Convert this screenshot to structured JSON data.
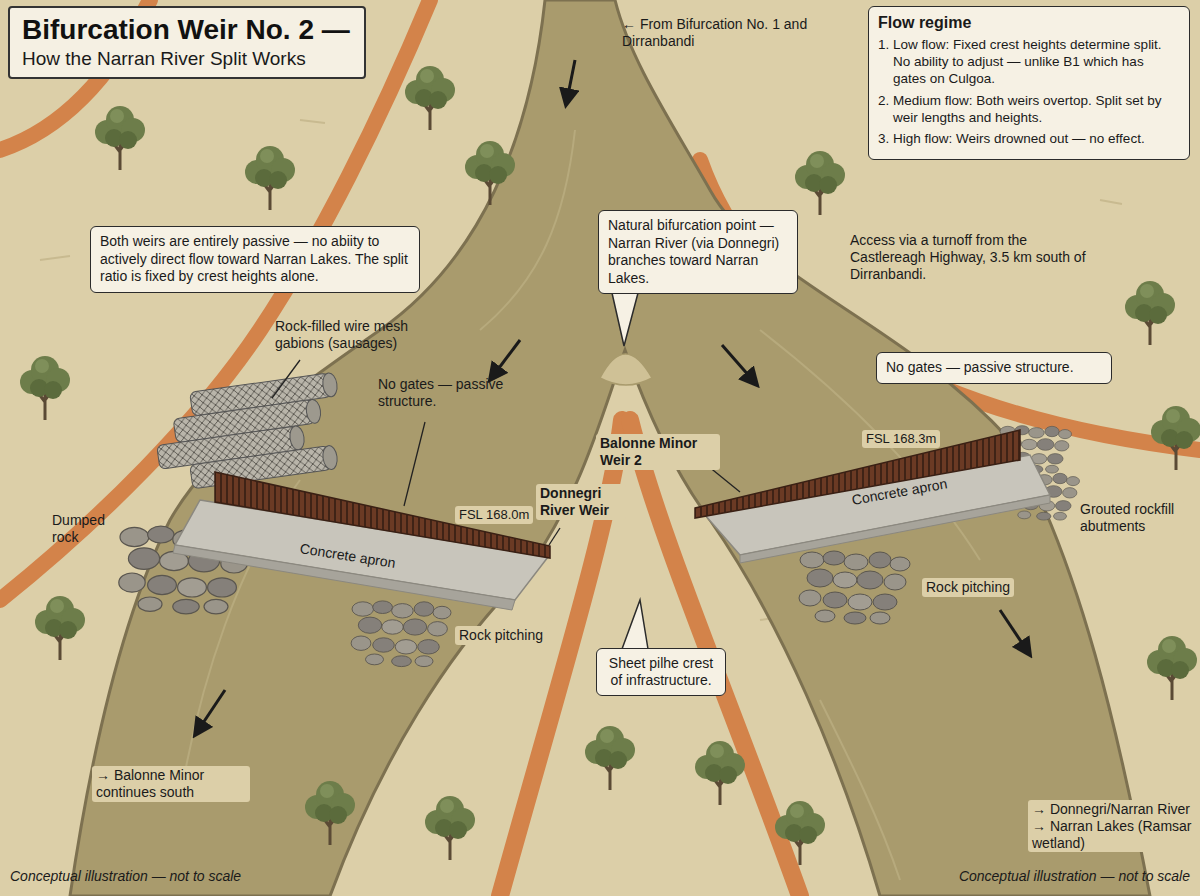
{
  "diagram": {
    "title": "Bifurcation Weir No. 2 —",
    "nodes": [
      {
        "text": [
          "Flow regime",
          "1. Low flow: Fixed crest heights determine split. No ability to adjust — unlike B1 which has gates on Culgoa.",
          "2. Medium flow: Both weirs overtop. Split set by weir lengths and heights.",
          "3. High flow: Weirs drowned out — no effect."
        ]
      },
      {
        "text": [
          "Both weirs are entirely passive — no abiity to actively direct flow toward Narran Lakes. The split ratio is fixed by crest heights alone."
        ]
      },
      {
        "text": [
          "Natural bifurcation point — Narran River (via Donnegri) branches toward Narran Lakes."
        ]
      },
      {
        "text": [
          "No gates — passive structure."
        ]
      },
      {
        "text": [
          "Sheet pilhe crest of infrastructure."
        ]
      }
    ],
    "labels": [
      "How the Narran River Split Works",
      "← From Bifurcation No. 1 and Dirranbandi",
      "Access via a turnoff from the Castlereagh Highway, 3.5 km south of Dirranbandi.",
      "Rock-filled wire mesh gabions (sausages)",
      "No gates — passive structure.",
      "FSL 168.0m",
      "Donnegri River Weir",
      "Balonne Minor Weir 2",
      "FSL 168.3m",
      "Dumped rock",
      "Concrete apron",
      "Concrete apron",
      "Rock pitching",
      "Rock pitching",
      "Grouted rockfill abutments",
      "→ Balonne Minor continues south",
      "→ Donnegri/Narran River → Narran Lakes (Ramsar wetland)",
      "Conceptual illustration — not to scale",
      "Conceptual illustration — not to scale"
    ]
  }
}
